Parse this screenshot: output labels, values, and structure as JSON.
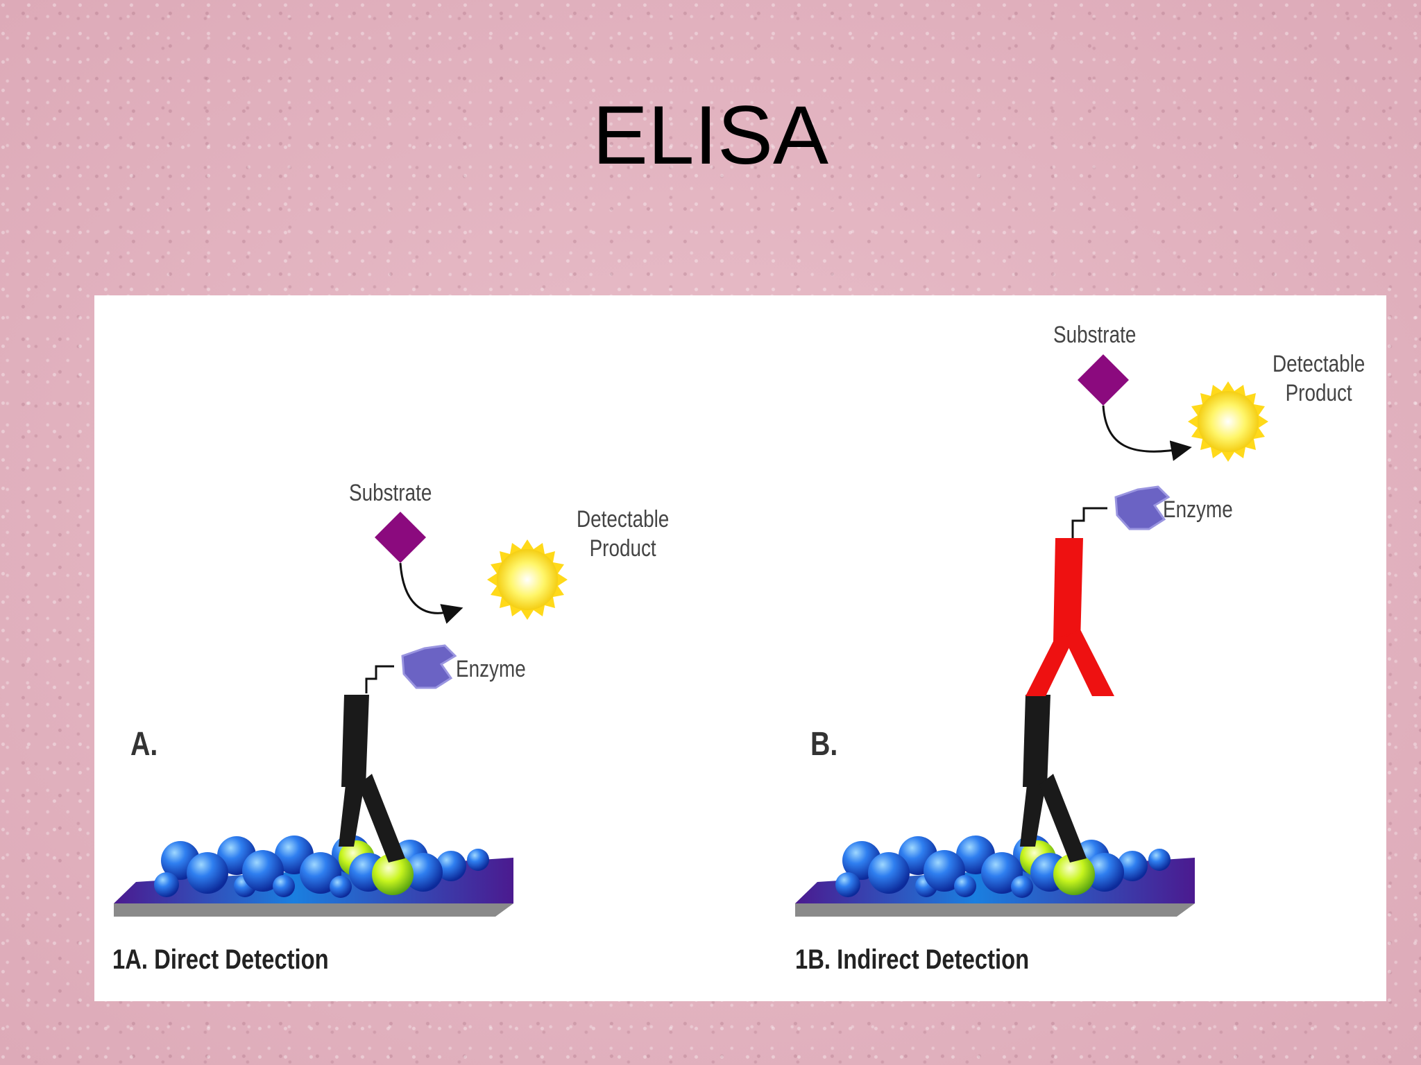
{
  "slide": {
    "title": "ELISA"
  },
  "panel_a": {
    "letter": "A.",
    "substrate": "Substrate",
    "product": "Detectable\nProduct",
    "enzyme": "Enzyme",
    "caption": "1A. Direct Detection"
  },
  "panel_b": {
    "letter": "B.",
    "substrate": "Substrate",
    "product": "Detectable\nProduct",
    "enzyme": "Enzyme",
    "caption": "1B. Indirect Detection"
  },
  "colors": {
    "primary_antibody": "#1a1a1a",
    "secondary_antibody": "#ee1111",
    "substrate": "#8b0a7e",
    "enzyme": "#6b63c4",
    "product": "#ffe94a",
    "antigen_blue": "#1f5fe0",
    "antigen_green": "#b8f21a",
    "plate": "#3a1c8c"
  },
  "icons": [
    "substrate-diamond-icon",
    "enzyme-icon",
    "product-sun-icon",
    "antibody-icon",
    "plate-icon"
  ]
}
